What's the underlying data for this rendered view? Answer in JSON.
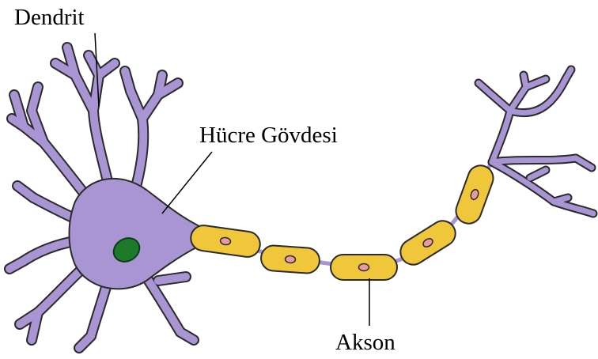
{
  "labels": {
    "dendrite": "Dendrit",
    "cell_body": "Hücre Gövdesi",
    "axon": "Akson"
  },
  "colors": {
    "neuron_purple": "#a995d4",
    "neuron_outline": "#2b2b2b",
    "nucleus_green": "#1e7a2b",
    "myelin_yellow": "#f0c63a",
    "node_pink": "#e89aa0"
  }
}
